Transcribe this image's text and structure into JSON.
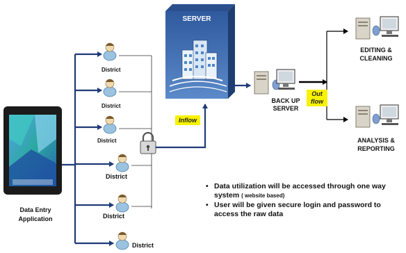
{
  "server": {
    "label": "SERVER"
  },
  "backup": {
    "label": "BACK UP SERVER"
  },
  "inflow": {
    "label": "Inflow"
  },
  "outflow": {
    "label": "Out flow"
  },
  "destinations": [
    {
      "label": "EDITING & CLEANING"
    },
    {
      "label": "ANALYSIS & REPORTING"
    }
  ],
  "device": {
    "label": "Data Entry Application"
  },
  "districts": [
    {
      "label": "District"
    },
    {
      "label": "District"
    },
    {
      "label": "District"
    },
    {
      "label": "District"
    },
    {
      "label": "District"
    },
    {
      "label": "District"
    }
  ],
  "notes": [
    {
      "text": "Data utilization will be accessed through one way system",
      "sub": "( website based)"
    },
    {
      "text": "User will be given secure login and password to access the raw data",
      "sub": ""
    }
  ],
  "colors": {
    "arrow": "#1f3a78",
    "server_box": "#3f6db0",
    "highlight": "#f7f200"
  }
}
